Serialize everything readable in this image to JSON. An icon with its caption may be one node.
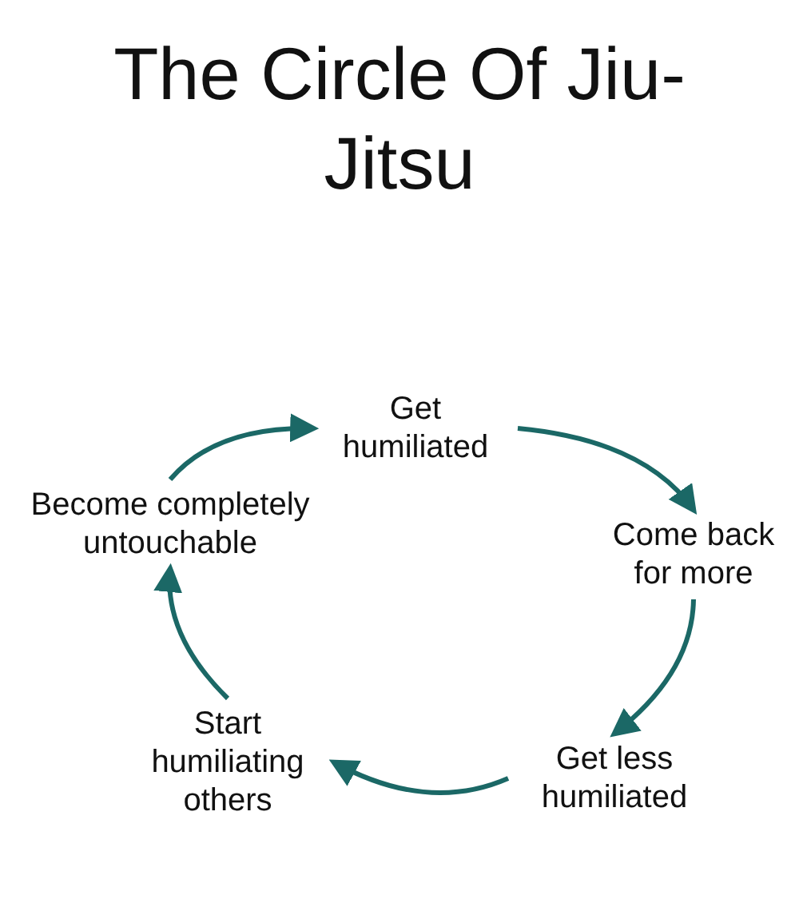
{
  "diagram": {
    "title": "The Circle Of Jiu-Jitsu",
    "nodes": [
      {
        "text": [
          "Get humiliated"
        ]
      },
      {
        "text": [
          "Come back for more"
        ]
      },
      {
        "text": [
          "Get less humiliated"
        ]
      },
      {
        "text": [
          "Start humiliating others"
        ]
      },
      {
        "text": [
          "Become completely untouchable"
        ]
      }
    ],
    "edges": [
      {
        "from": 0,
        "to": 1,
        "arrow": "to"
      },
      {
        "from": 1,
        "to": 2,
        "arrow": "to"
      },
      {
        "from": 2,
        "to": 3,
        "arrow": "to"
      },
      {
        "from": 3,
        "to": 4,
        "arrow": "to"
      },
      {
        "from": 4,
        "to": 0,
        "arrow": "to"
      }
    ]
  }
}
